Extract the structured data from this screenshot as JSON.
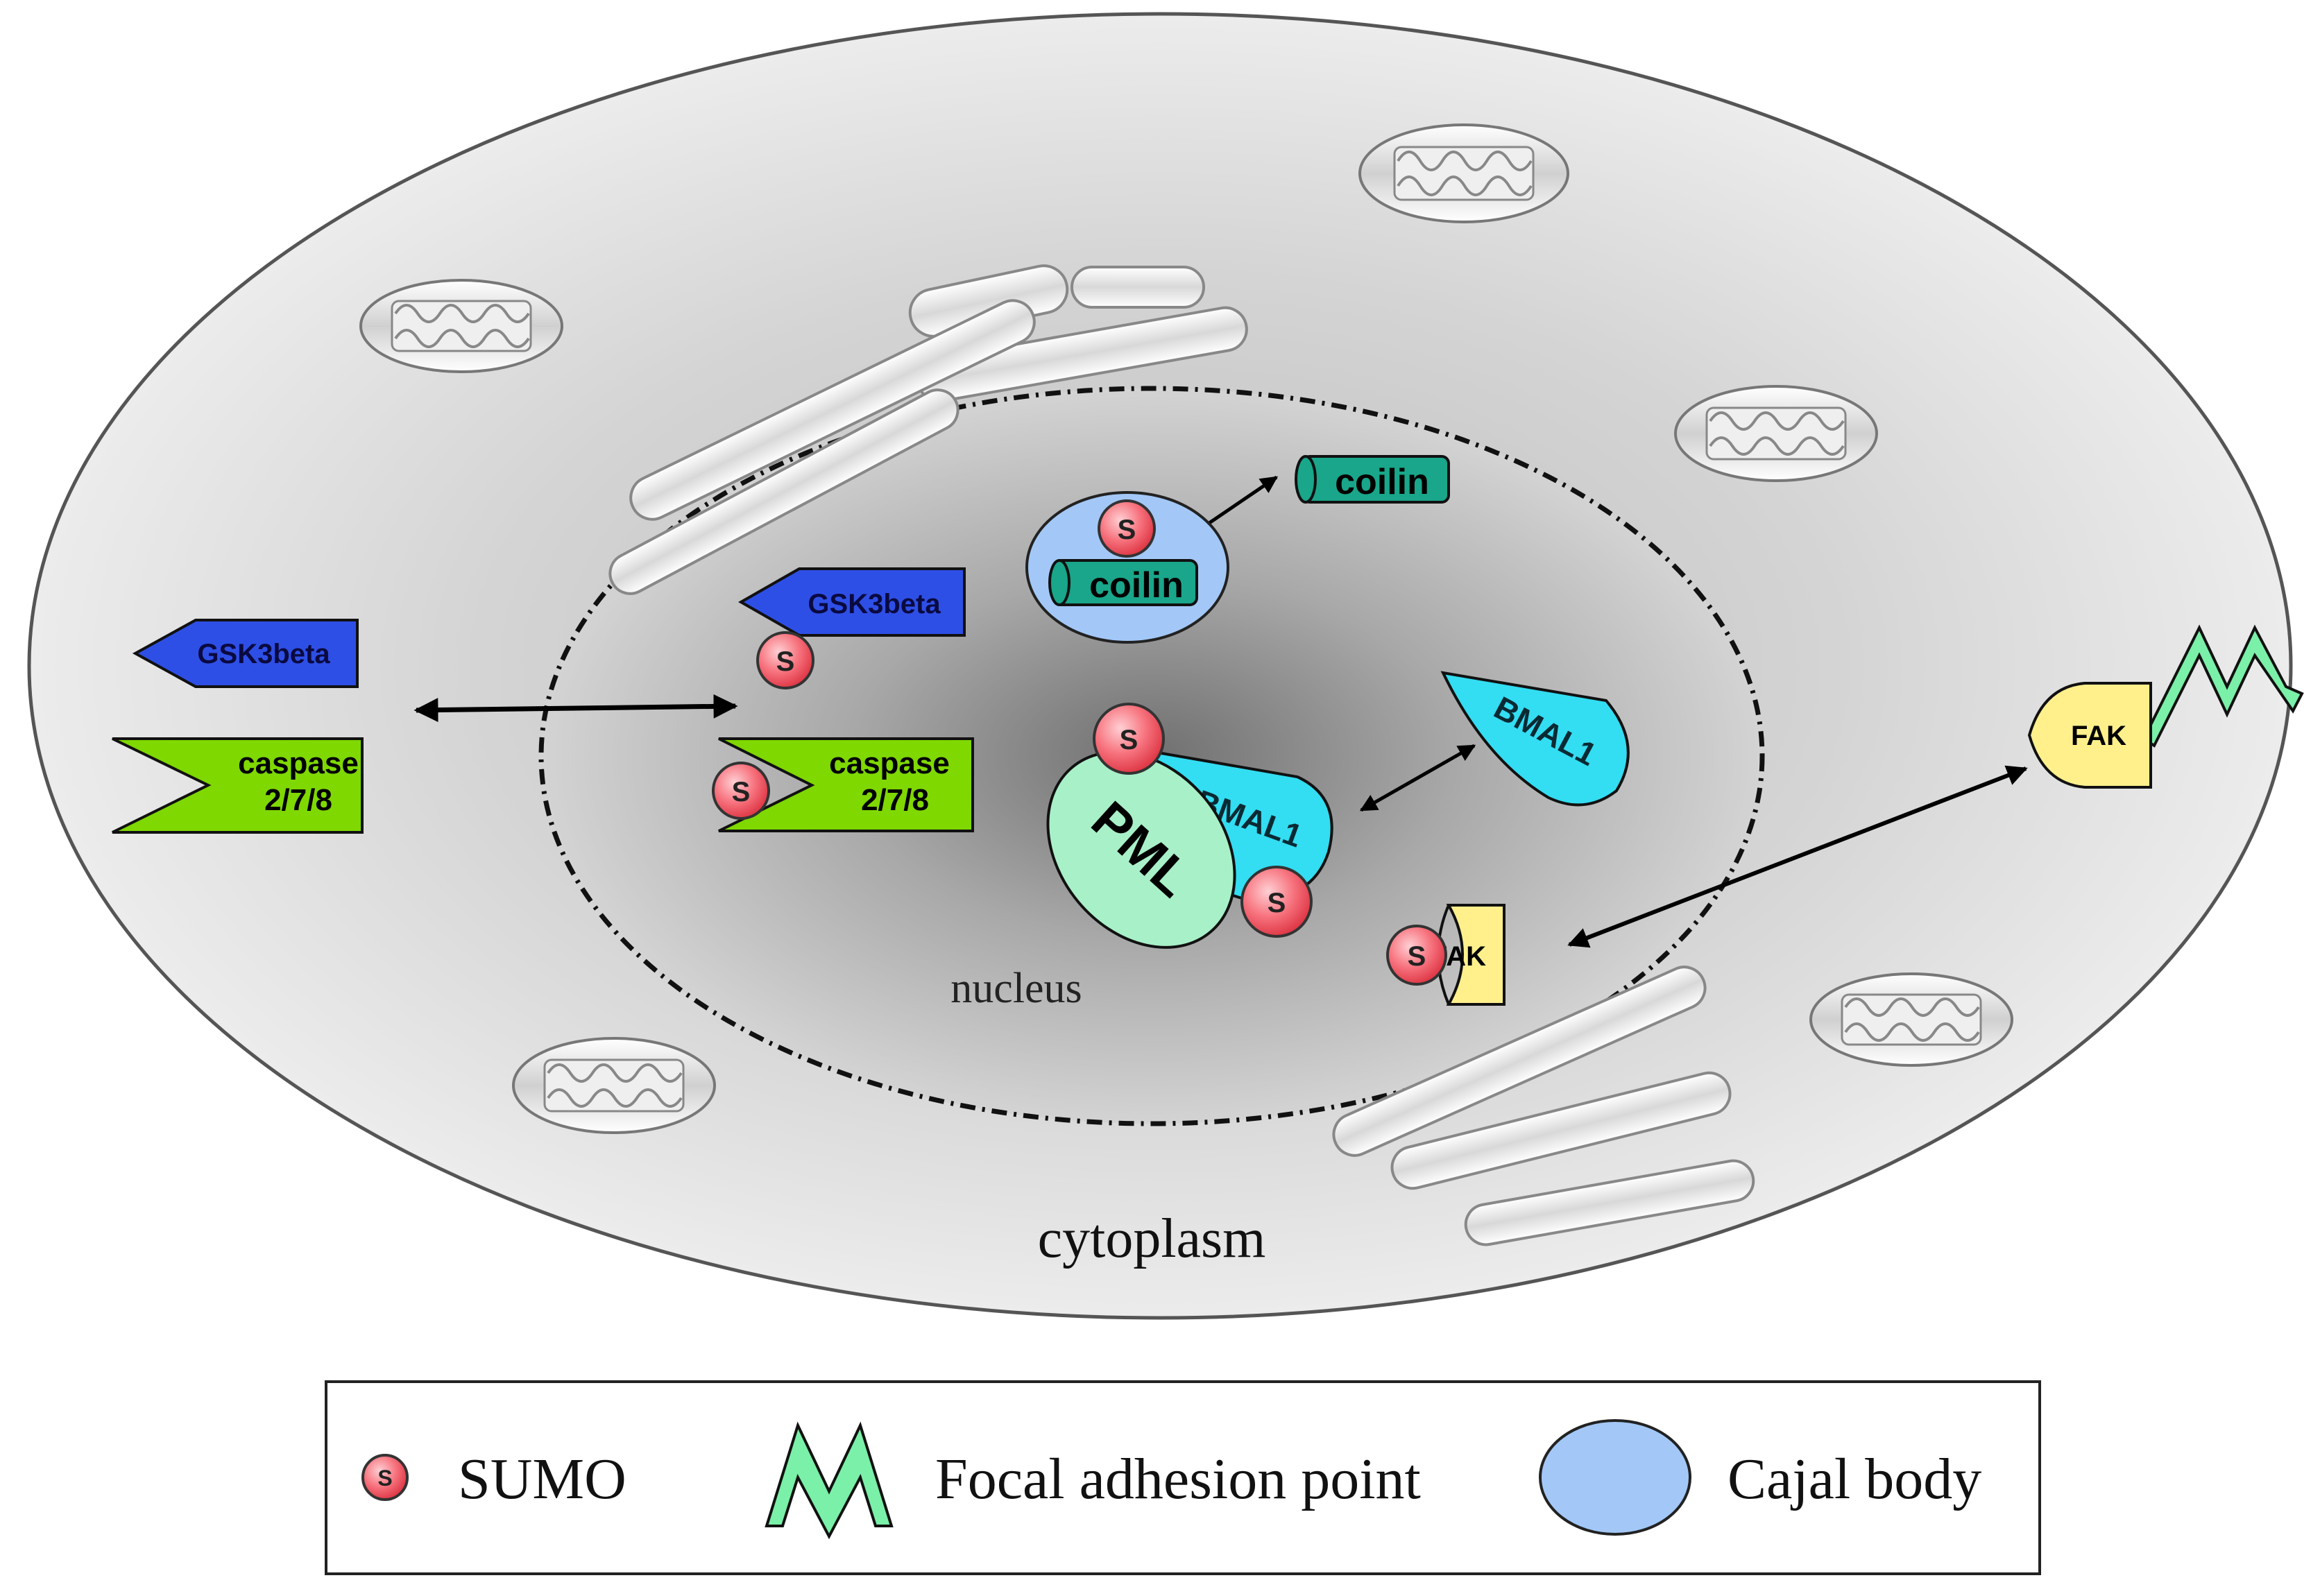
{
  "labels": {
    "nucleus": "nucleus",
    "cytoplasm": "cytoplasm",
    "sumo_mark": "S",
    "coilin": "coilin",
    "gsk3beta": "GSK3beta",
    "caspase_line1": "caspase",
    "caspase_line2": "2/7/8",
    "pml": "PML",
    "bmal1": "BMAL1",
    "fak": "FAK"
  },
  "legend": {
    "sumo": "SUMO",
    "focal_adhesion": "Focal adhesion point",
    "cajal_body": "Cajal body"
  },
  "colors": {
    "sumo": "#f05a66",
    "coilin": "#19a68a",
    "gsk3beta": "#2e4fe6",
    "caspase": "#7fd800",
    "pml": "#a8f0c8",
    "bmal1": "#33ddf2",
    "fak": "#fff08c",
    "focal_adhesion": "#7af0a8",
    "cajal_body": "#a3c8f7"
  }
}
